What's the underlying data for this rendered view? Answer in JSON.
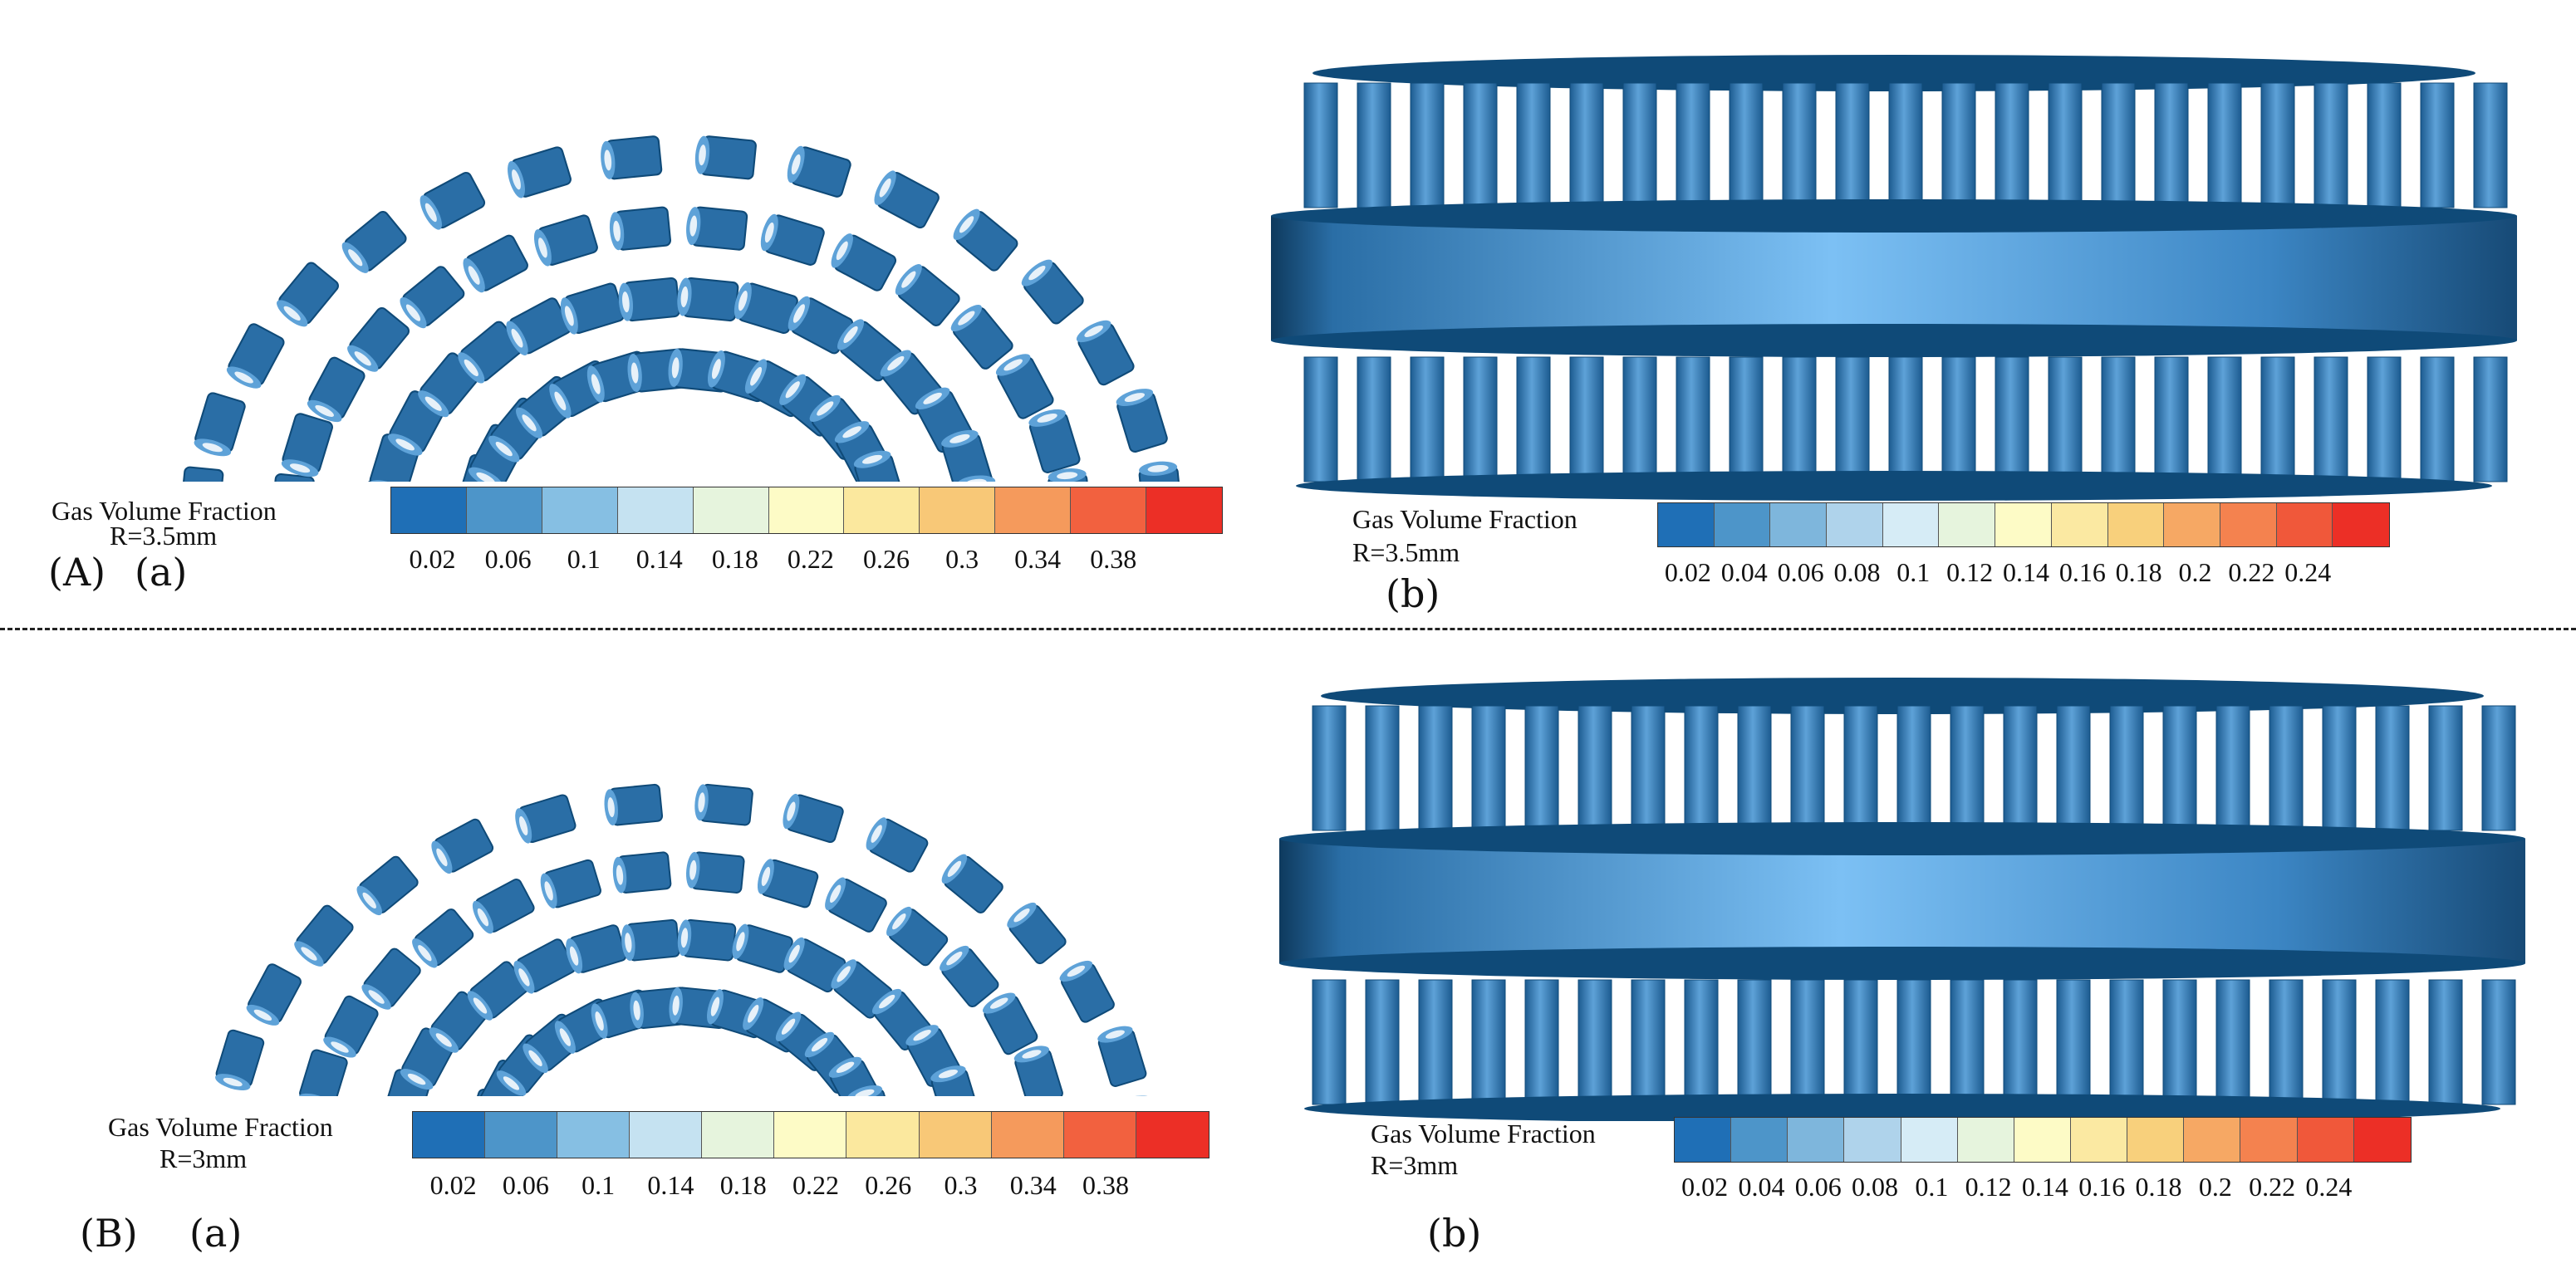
{
  "legend_title": "Gas Volume Fraction",
  "colormap_a": [
    "#1f6fb6",
    "#4d95c9",
    "#86bfe3",
    "#c5e2f1",
    "#e6f4dd",
    "#fdfbc6",
    "#fbe89e",
    "#f8c877",
    "#f59a5c",
    "#f2613f",
    "#ec2f26"
  ],
  "colormap_b": [
    "#1f6fb6",
    "#4d95c9",
    "#7eb6dc",
    "#afd3eb",
    "#d6ecf6",
    "#e6f4dd",
    "#fdfbc6",
    "#fbe9a2",
    "#f8d07c",
    "#f6a864",
    "#f4824f",
    "#f0583a",
    "#ec2f26"
  ],
  "ticks_a": [
    "0.02",
    "0.06",
    "0.1",
    "0.14",
    "0.18",
    "0.22",
    "0.26",
    "0.3",
    "0.34",
    "0.38"
  ],
  "ticks_b": [
    "0.02",
    "0.04",
    "0.06",
    "0.08",
    "0.1",
    "0.12",
    "0.14",
    "0.16",
    "0.18",
    "0.2",
    "0.22",
    "0.24"
  ],
  "rows": [
    {
      "label": "(A)",
      "radius": "R=3.5mm",
      "left_label": "(a)",
      "right_label": "(b)"
    },
    {
      "label": "(B)",
      "radius": "R=3mm",
      "left_label": "(a)",
      "right_label": "(b)"
    }
  ],
  "colors": {
    "pipe_dark": "#0f4a78",
    "pipe_mid": "#2a6ea6",
    "pipe_light": "#5ea2d8",
    "ring_light": "#7cc0f4",
    "ring_dark": "#0e3a5e"
  }
}
